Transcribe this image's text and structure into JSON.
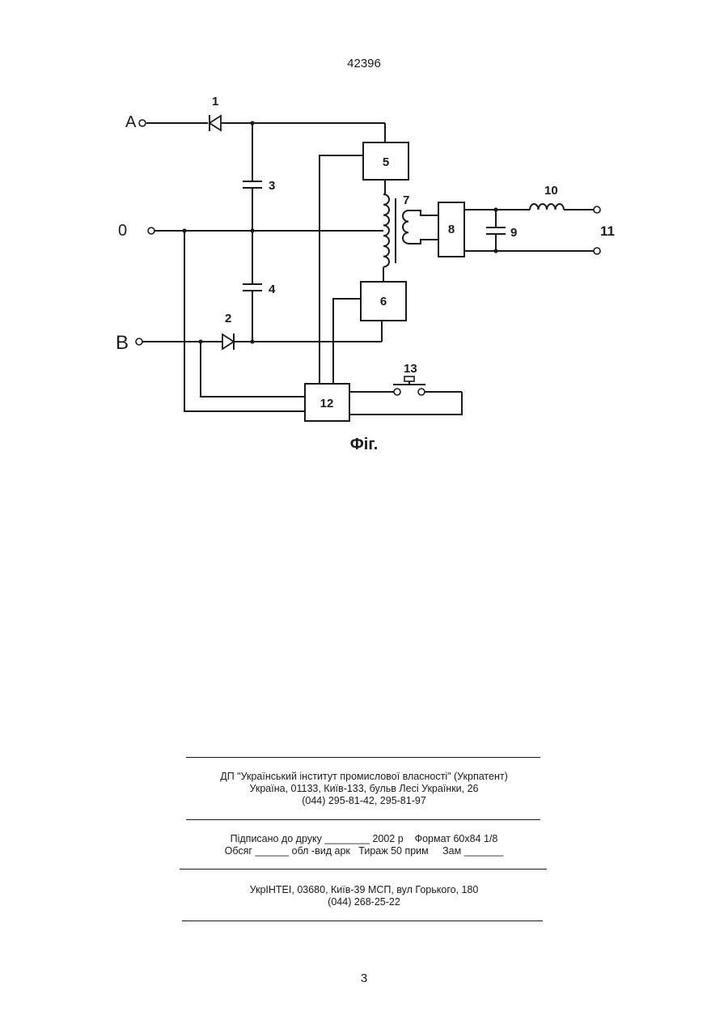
{
  "header": {
    "patent_number": "42396"
  },
  "figure": {
    "caption": "Фіг.",
    "terminals": {
      "a": "A",
      "zero": "0",
      "b": "B",
      "output": "11"
    },
    "components": {
      "diode_1": "1",
      "diode_2": "2",
      "capacitor_3": "3",
      "capacitor_4": "4",
      "block_5": "5",
      "block_6": "6",
      "transformer_7": "7",
      "block_8": "8",
      "capacitor_9": "9",
      "inductor_10": "10",
      "block_12": "12",
      "button_13": "13"
    }
  },
  "imprint": {
    "publisher_line1": "ДП \"Український інститут промислової власності\" (Укрпатент)",
    "publisher_line2": "Україна, 01133, Київ-133, бульв Лесі Українки, 26",
    "publisher_line3": "(044) 295-81-42, 295-81-97",
    "print_line1": "Підписано до друку ________ 2002 р    Формат 60х84 1/8",
    "print_line2": "Обсяг ______ обл -вид арк   Тираж 50 прим     Зам _______",
    "printer_line1": "УкрІНТЕІ, 03680, Київ-39 МСП, вул  Горького, 180",
    "printer_line2": "(044) 268-25-22"
  },
  "footer": {
    "page_number": "3"
  }
}
